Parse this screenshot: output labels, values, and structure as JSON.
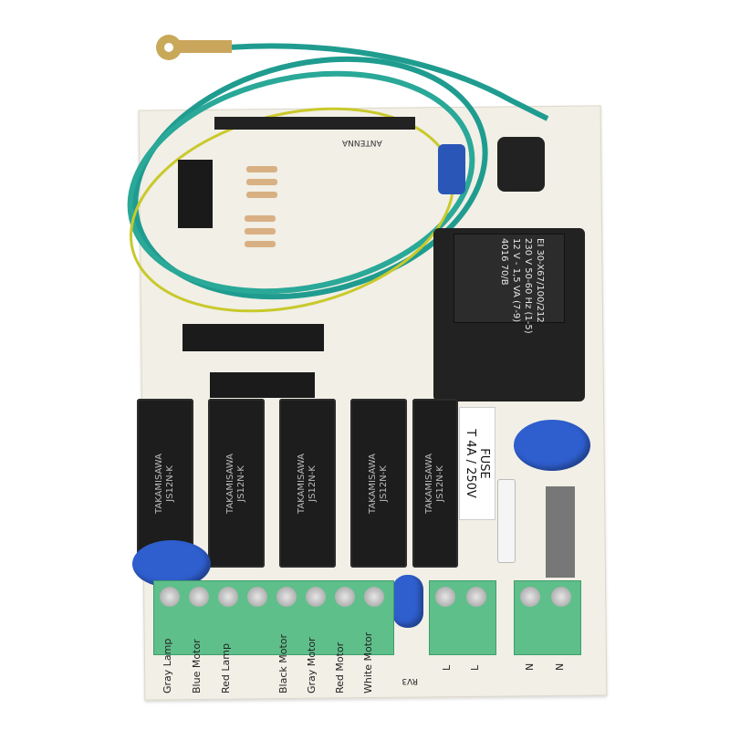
{
  "board": {
    "antenna_label": "ANTENNA",
    "fuse_label": {
      "line1": "FUSE",
      "line2": "T 4A / 250V"
    },
    "transformer": {
      "lines": [
        "EI 30-X67/100/212",
        "230 V 50-60 Hz (1-5)",
        "12 V - 1,5 VA (7-9)",
        "4016 70/B"
      ]
    },
    "relay_text": {
      "brand": "TAKAMISAWA",
      "model": "JS12N-K"
    },
    "terminal_labels": [
      "Gray Lamp",
      "Blue Motor",
      "Red Lamp",
      "Black Motor",
      "Gray Motor",
      "Red Motor",
      "White Motor"
    ],
    "line_terminals": [
      "L",
      "L"
    ],
    "neutral_terminals": [
      "N",
      "N"
    ],
    "varistor_label": "RV3"
  },
  "colors": {
    "pcb": "#f1efe6",
    "terminal": "#5fbf8a",
    "relay": "#1d1d1d",
    "wire": "#1f9c8f",
    "capacitor": "#2f5fcf"
  }
}
